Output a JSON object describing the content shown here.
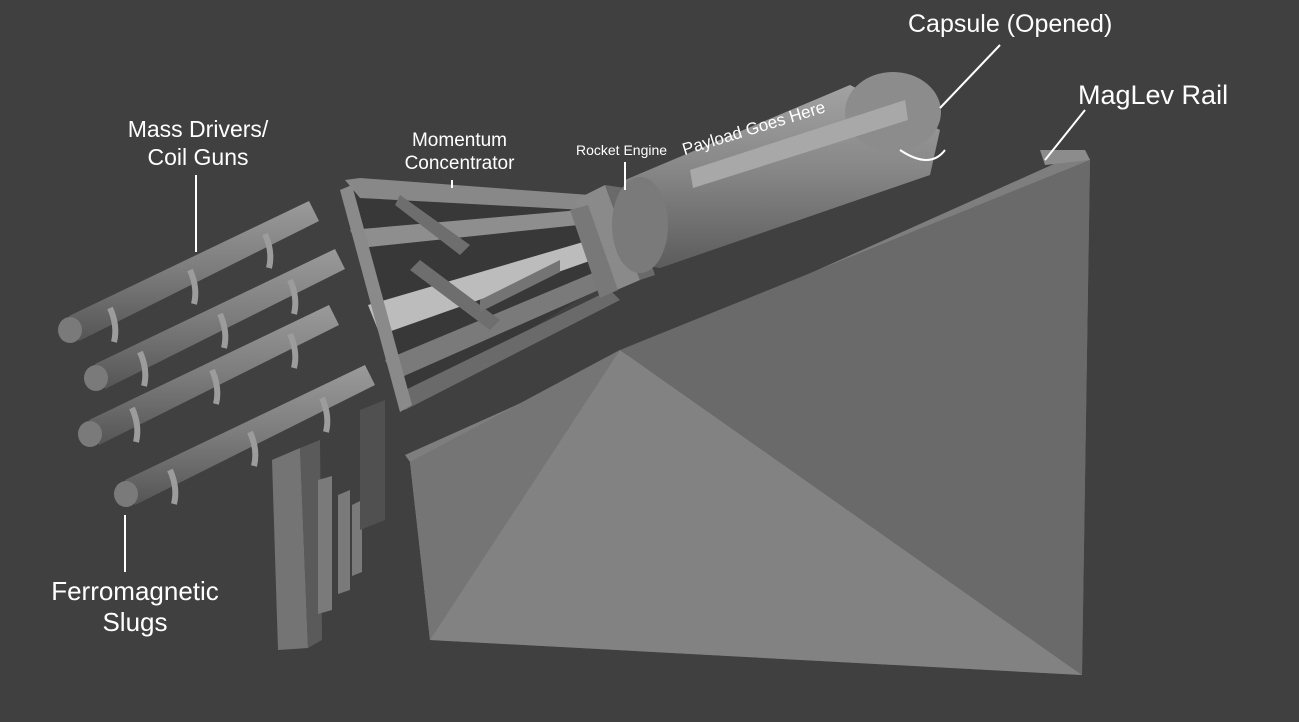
{
  "labels": {
    "capsule": "Capsule (Opened)",
    "maglev_rail": "MagLev Rail",
    "mass_drivers_line1": "Mass Drivers/",
    "mass_drivers_line2": "Coil Guns",
    "momentum_line1": "Momentum",
    "momentum_line2": "Concentrator",
    "rocket_engine": "Rocket Engine",
    "payload": "Payload Goes Here",
    "ferro_line1": "Ferromagnetic",
    "ferro_line2": "Slugs"
  },
  "colors": {
    "background": "#404040",
    "model_light": "#8a8a8a",
    "model_mid": "#767676",
    "model_dark": "#5e5e5e",
    "label_text": "#ffffff"
  }
}
